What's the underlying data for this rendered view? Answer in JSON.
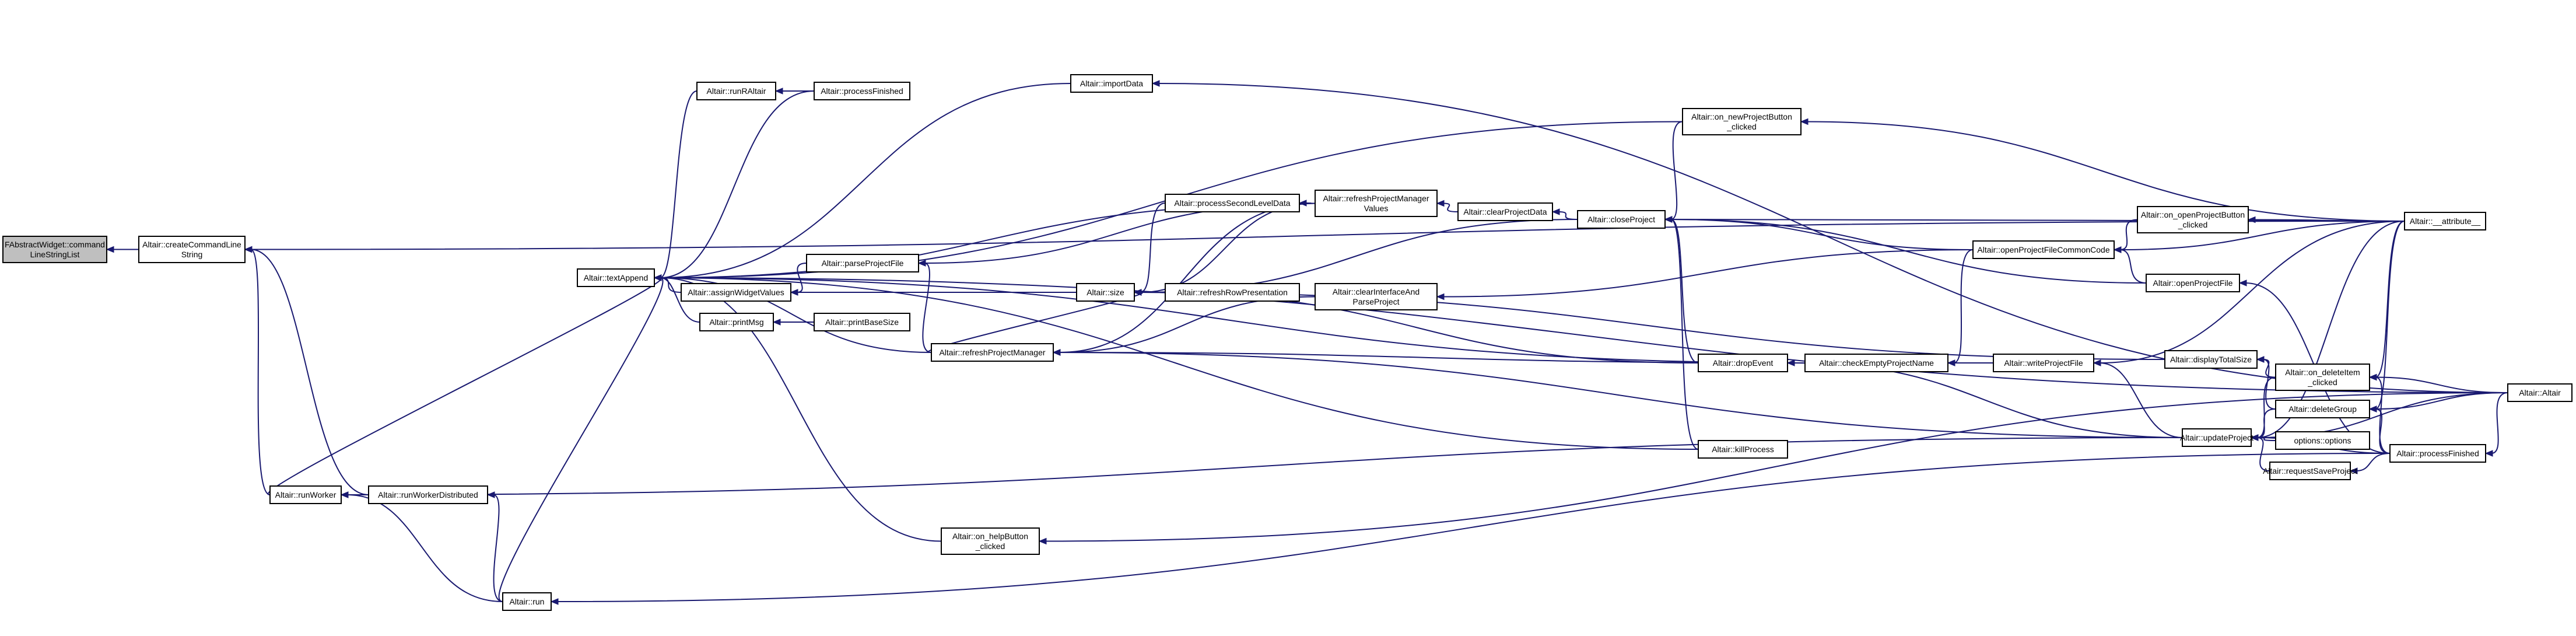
{
  "graph": {
    "nodes": [
      {
        "id": "root",
        "lines": [
          "FAbstractWidget::command",
          "LineStringList"
        ],
        "highlight": true
      },
      {
        "id": "createCmd",
        "lines": [
          "Altair::createCommandLine",
          "String"
        ]
      },
      {
        "id": "runWorker",
        "lines": [
          "Altair::runWorker"
        ]
      },
      {
        "id": "runWorkerDist",
        "lines": [
          "Altair::runWorkerDistributed"
        ]
      },
      {
        "id": "run",
        "lines": [
          "Altair::run"
        ]
      },
      {
        "id": "textAppend",
        "lines": [
          "Altair::textAppend"
        ]
      },
      {
        "id": "runRAltair",
        "lines": [
          "Altair::runRAltair"
        ]
      },
      {
        "id": "processFinished1",
        "lines": [
          "Altair::processFinished"
        ]
      },
      {
        "id": "importData",
        "lines": [
          "Altair::importData"
        ]
      },
      {
        "id": "assignWidget",
        "lines": [
          "Altair::assignWidgetValues"
        ]
      },
      {
        "id": "printMsg",
        "lines": [
          "Altair::printMsg"
        ]
      },
      {
        "id": "printBaseSize",
        "lines": [
          "Altair::printBaseSize"
        ]
      },
      {
        "id": "parseProjectFile",
        "lines": [
          "Altair::parseProjectFile"
        ]
      },
      {
        "id": "refreshPM",
        "lines": [
          "Altair::refreshProjectManager"
        ]
      },
      {
        "id": "size",
        "lines": [
          "Altair::size"
        ]
      },
      {
        "id": "processSecond",
        "lines": [
          "Altair::processSecondLevelData"
        ]
      },
      {
        "id": "refreshRow",
        "lines": [
          "Altair::refreshRowPresentation"
        ]
      },
      {
        "id": "refreshPMValues",
        "lines": [
          "Altair::refreshProjectManager",
          "Values"
        ]
      },
      {
        "id": "clearProjectData",
        "lines": [
          "Altair::clearProjectData"
        ]
      },
      {
        "id": "clearInterface",
        "lines": [
          "Altair::clearInterfaceAnd",
          "ParseProject"
        ]
      },
      {
        "id": "closeProject",
        "lines": [
          "Altair::closeProject"
        ]
      },
      {
        "id": "onNewProject",
        "lines": [
          "Altair::on_newProjectButton",
          "_clicked"
        ]
      },
      {
        "id": "dropEvent",
        "lines": [
          "Altair::dropEvent"
        ]
      },
      {
        "id": "killProcess",
        "lines": [
          "Altair::killProcess"
        ]
      },
      {
        "id": "checkEmpty",
        "lines": [
          "Altair::checkEmptyProjectName"
        ]
      },
      {
        "id": "onHelp",
        "lines": [
          "Altair::on_helpButton",
          "_clicked"
        ]
      },
      {
        "id": "openCommon",
        "lines": [
          "Altair::openProjectFileCommonCode"
        ]
      },
      {
        "id": "onOpenProject",
        "lines": [
          "Altair::on_openProjectButton",
          "_clicked"
        ]
      },
      {
        "id": "openProjectFile",
        "lines": [
          "Altair::openProjectFile"
        ]
      },
      {
        "id": "writeProjectFile",
        "lines": [
          "Altair::writeProjectFile"
        ]
      },
      {
        "id": "displayTotal",
        "lines": [
          "Altair::displayTotalSize"
        ]
      },
      {
        "id": "updateProject",
        "lines": [
          "Altair::updateProject"
        ]
      },
      {
        "id": "onDeleteItem",
        "lines": [
          "Altair::on_deleteItem",
          "_clicked"
        ]
      },
      {
        "id": "deleteGroup",
        "lines": [
          "Altair::deleteGroup"
        ]
      },
      {
        "id": "options",
        "lines": [
          "options::options"
        ]
      },
      {
        "id": "requestSave",
        "lines": [
          "Altair::requestSaveProject"
        ]
      },
      {
        "id": "processFinished2",
        "lines": [
          "Altair::processFinished"
        ]
      },
      {
        "id": "attribute",
        "lines": [
          "Altair::__attribute__"
        ]
      },
      {
        "id": "altair",
        "lines": [
          "Altair::Altair"
        ]
      }
    ],
    "edges": [
      [
        "createCmd",
        "root"
      ],
      [
        "runWorker",
        "createCmd"
      ],
      [
        "runWorkerDist",
        "createCmd"
      ],
      [
        "runWorkerDist",
        "runWorker"
      ],
      [
        "run",
        "runWorkerDist"
      ],
      [
        "run",
        "runWorker"
      ],
      [
        "runWorker",
        "textAppend"
      ],
      [
        "run",
        "textAppend"
      ],
      [
        "runRAltair",
        "textAppend"
      ],
      [
        "processFinished1",
        "runRAltair"
      ],
      [
        "processFinished1",
        "textAppend"
      ],
      [
        "importData",
        "textAppend"
      ],
      [
        "assignWidget",
        "textAppend"
      ],
      [
        "printMsg",
        "textAppend"
      ],
      [
        "printBaseSize",
        "printMsg"
      ],
      [
        "parseProjectFile",
        "assignWidget"
      ],
      [
        "refreshPM",
        "parseProjectFile"
      ],
      [
        "refreshPM",
        "textAppend"
      ],
      [
        "size",
        "assignWidget"
      ],
      [
        "processSecond",
        "size"
      ],
      [
        "refreshRow",
        "size"
      ],
      [
        "refreshPMValues",
        "processSecond"
      ],
      [
        "refreshPMValues",
        "size"
      ],
      [
        "refreshPMValues",
        "refreshPM"
      ],
      [
        "refreshPMValues",
        "parseProjectFile"
      ],
      [
        "refreshPMValues",
        "textAppend"
      ],
      [
        "refreshPM",
        "size"
      ],
      [
        "clearProjectData",
        "refreshPMValues"
      ],
      [
        "closeProject",
        "clearProjectData"
      ],
      [
        "closeProject",
        "size"
      ],
      [
        "clearInterface",
        "refreshPM"
      ],
      [
        "onNewProject",
        "closeProject"
      ],
      [
        "onNewProject",
        "textAppend"
      ],
      [
        "dropEvent",
        "closeProject"
      ],
      [
        "dropEvent",
        "size"
      ],
      [
        "killProcess",
        "closeProject"
      ],
      [
        "killProcess",
        "textAppend"
      ],
      [
        "checkEmpty",
        "dropEvent"
      ],
      [
        "checkEmpty",
        "textAppend"
      ],
      [
        "checkEmpty",
        "refreshPM"
      ],
      [
        "onHelp",
        "textAppend"
      ],
      [
        "openCommon",
        "closeProject"
      ],
      [
        "openCommon",
        "clearInterface"
      ],
      [
        "openCommon",
        "checkEmpty"
      ],
      [
        "onOpenProject",
        "openCommon"
      ],
      [
        "openProjectFile",
        "openCommon"
      ],
      [
        "openProjectFile",
        "closeProject"
      ],
      [
        "writeProjectFile",
        "checkEmpty"
      ],
      [
        "displayTotal",
        "size"
      ],
      [
        "updateProject",
        "dropEvent"
      ],
      [
        "updateProject",
        "writeProjectFile"
      ],
      [
        "updateProject",
        "refreshPM"
      ],
      [
        "updateProject",
        "runWorker"
      ],
      [
        "onDeleteItem",
        "displayTotal"
      ],
      [
        "onDeleteItem",
        "updateProject"
      ],
      [
        "deleteGroup",
        "displayTotal"
      ],
      [
        "deleteGroup",
        "updateProject"
      ],
      [
        "options",
        "updateProject"
      ],
      [
        "requestSave",
        "updateProject"
      ],
      [
        "processFinished2",
        "updateProject"
      ],
      [
        "processFinished2",
        "requestSave"
      ],
      [
        "processFinished2",
        "run"
      ],
      [
        "processFinished2",
        "openProjectFile"
      ],
      [
        "processFinished2",
        "onDeleteItem"
      ],
      [
        "processFinished2",
        "deleteGroup"
      ],
      [
        "attribute",
        "onNewProject"
      ],
      [
        "attribute",
        "closeProject"
      ],
      [
        "attribute",
        "onOpenProject"
      ],
      [
        "attribute",
        "openCommon"
      ],
      [
        "attribute",
        "updateProject"
      ],
      [
        "attribute",
        "deleteGroup"
      ],
      [
        "attribute",
        "onDeleteItem"
      ],
      [
        "attribute",
        "writeProjectFile"
      ],
      [
        "attribute",
        "createCmd"
      ],
      [
        "altair",
        "updateProject"
      ],
      [
        "altair",
        "importData"
      ],
      [
        "altair",
        "onDeleteItem"
      ],
      [
        "altair",
        "deleteGroup"
      ],
      [
        "altair",
        "processFinished2"
      ],
      [
        "altair",
        "onHelp"
      ],
      [
        "altair",
        "textAppend"
      ]
    ]
  }
}
